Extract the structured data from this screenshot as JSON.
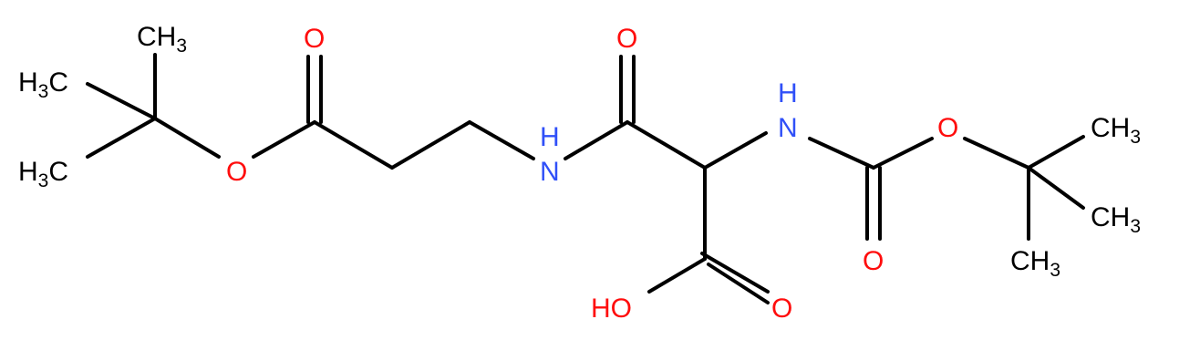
{
  "colors": {
    "carbon": "#000000",
    "oxygen": "#ff0d0d",
    "nitrogen": "#3050f8",
    "background": "#ffffff"
  },
  "atoms": {
    "o_ester_carbonyl": "O",
    "o_ester": "O",
    "nh_amide": {
      "element": "N",
      "h": "H"
    },
    "o_amide": "O",
    "nh_carbamate": {
      "element": "N",
      "h": "H"
    },
    "o_carbamate_ether": "O",
    "o_carbamate_carbonyl": "O",
    "o_acid_hydroxyl": "HO",
    "o_acid_carbonyl": "O",
    "methyl_left_top": {
      "text": "CH",
      "sub": "3"
    },
    "methyl_left_mid": {
      "text": "H",
      "sub": "3",
      "tail": "C"
    },
    "methyl_left_bottom": {
      "text": "H",
      "sub": "3",
      "tail": "C"
    },
    "methyl_right_top": {
      "text": "CH",
      "sub": "3"
    },
    "methyl_right_mid": {
      "text": "CH",
      "sub": "3"
    },
    "methyl_right_bottom": {
      "text": "CH",
      "sub": "3"
    }
  }
}
